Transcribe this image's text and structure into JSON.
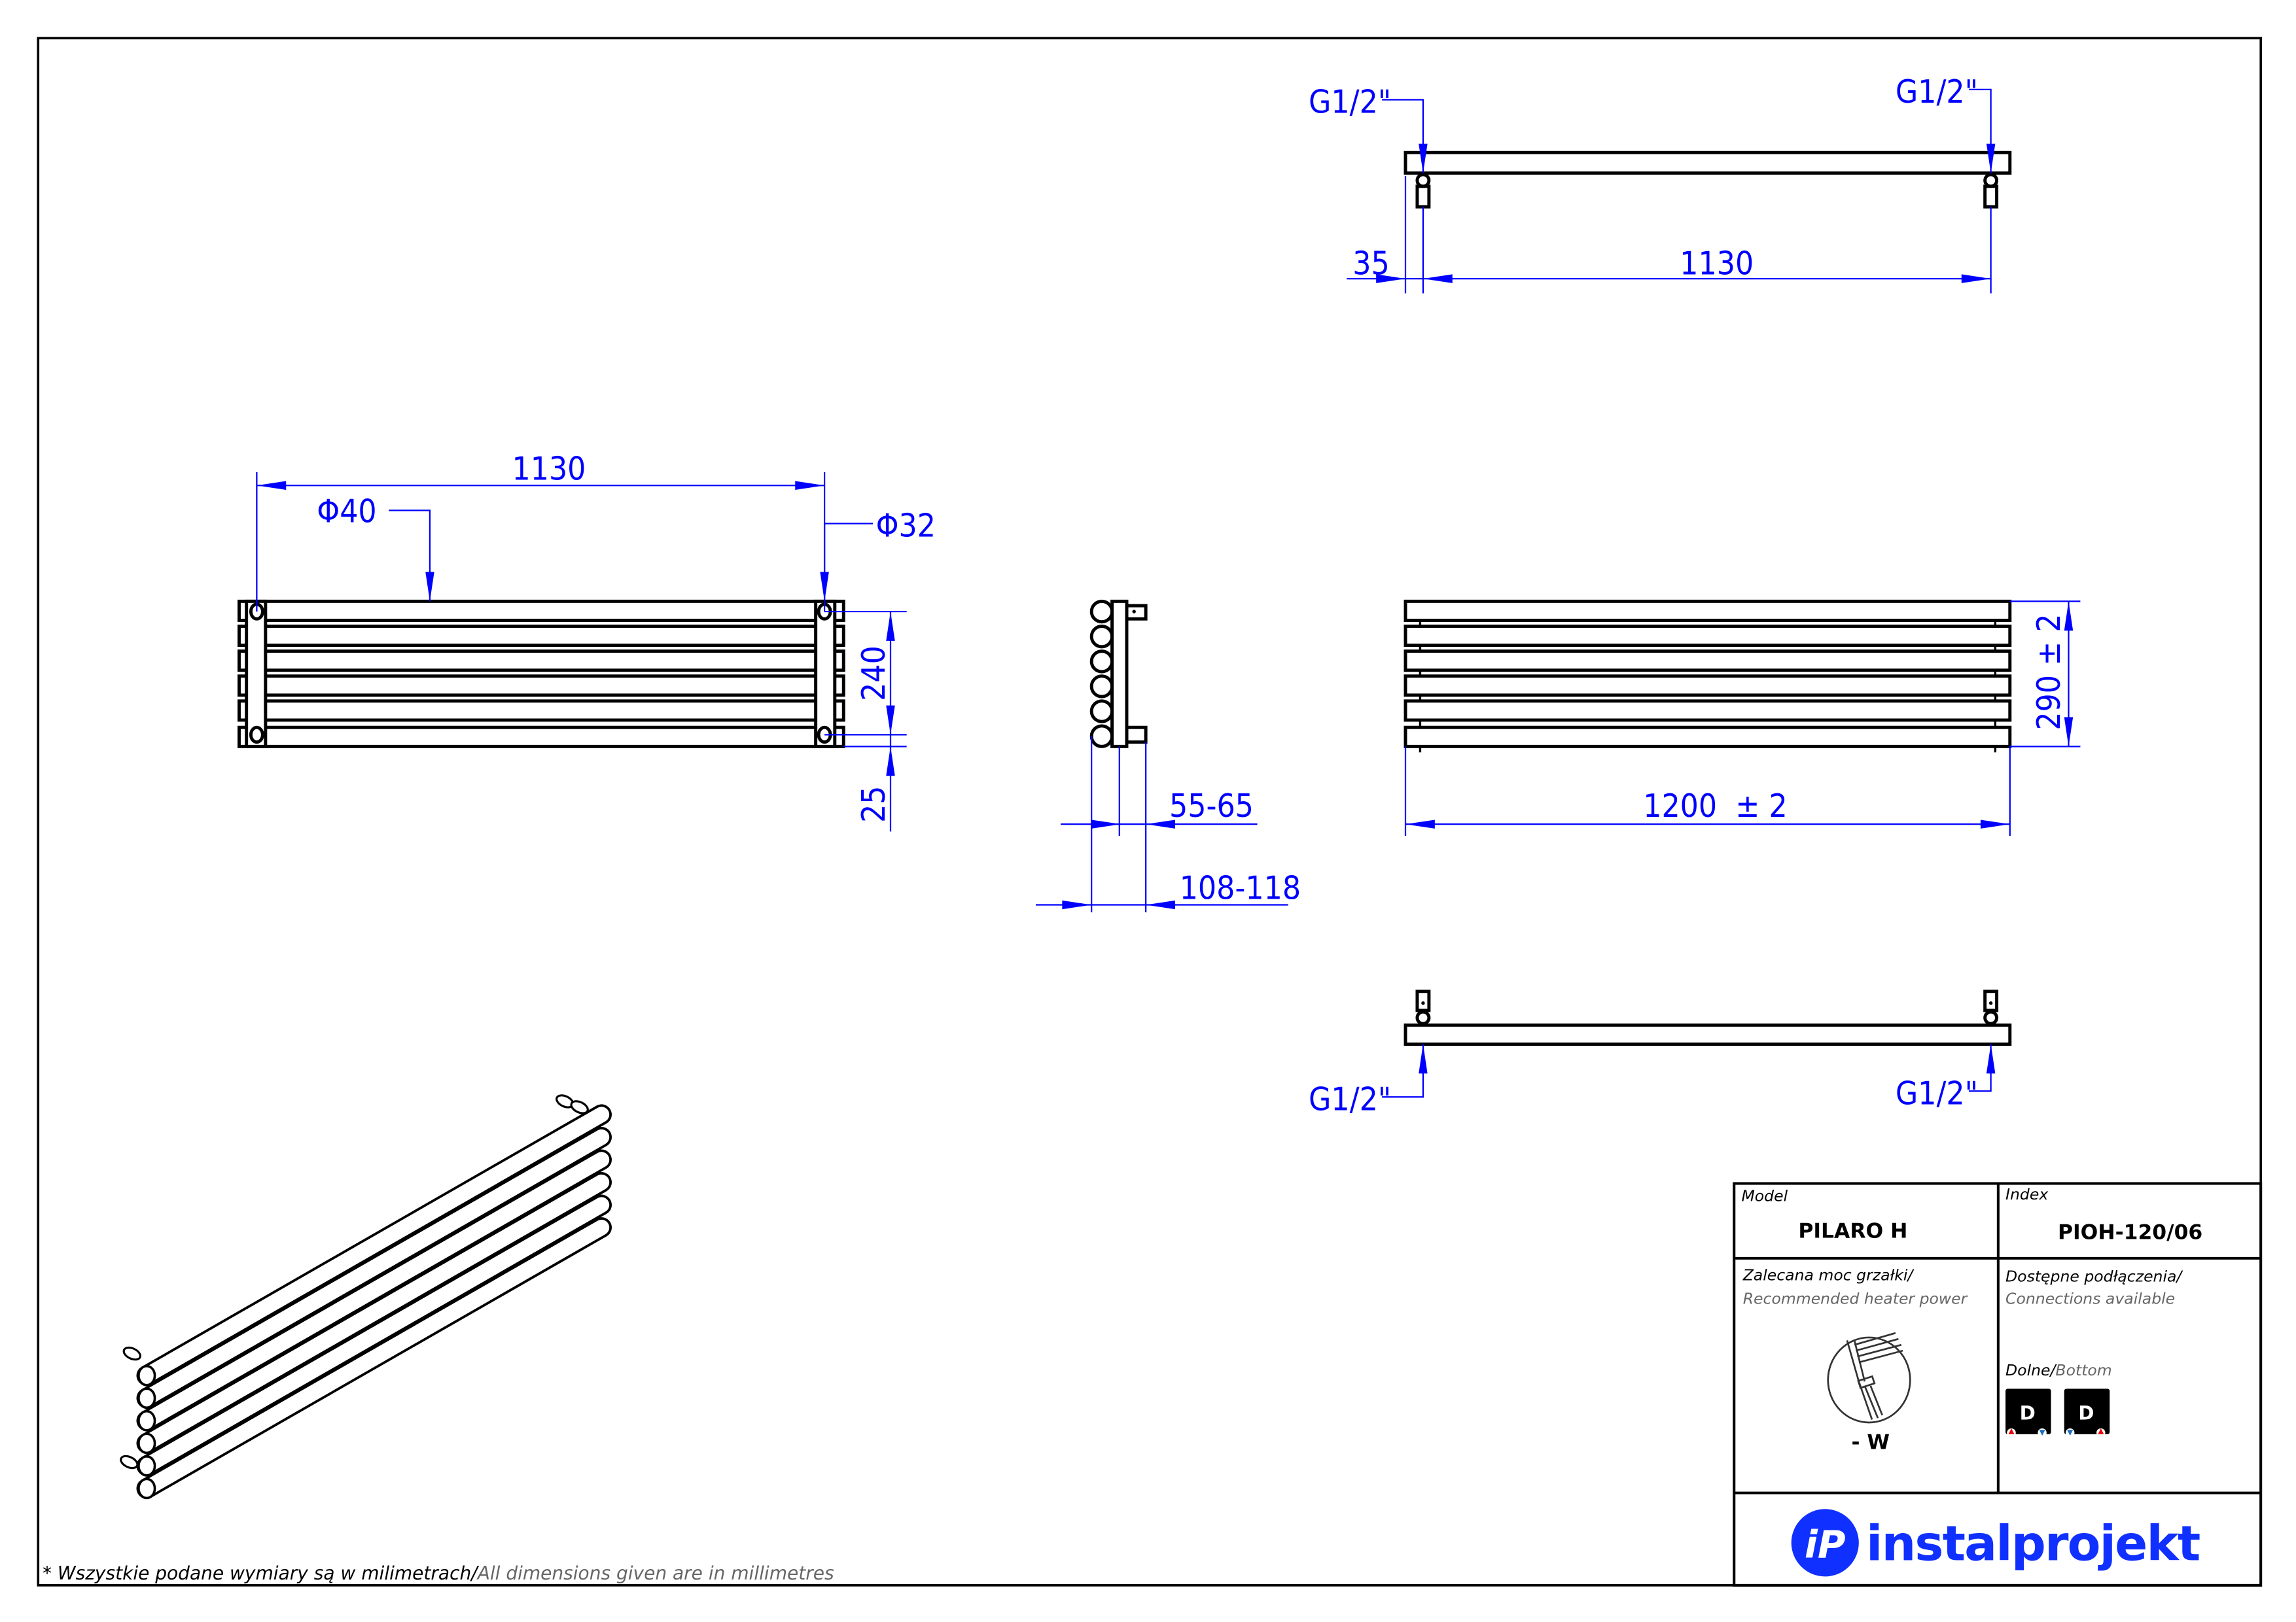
{
  "drawing": {
    "top_view": {
      "conn_left": "G1/2\"",
      "conn_right": "G1/2\"",
      "offset": "35",
      "spacing": "1130"
    },
    "front_view": {
      "spacing": "1130",
      "tube_dia": "Φ40",
      "collector_dia": "Φ32",
      "height_spacing": "240",
      "bottom_offset": "25"
    },
    "side_view": {
      "depth_small": "55-65",
      "depth_large": "108-118"
    },
    "front_view_right": {
      "height": "290  ± 2",
      "width": "1200  ± 2"
    },
    "bottom_view": {
      "conn_left": "G1/2\"",
      "conn_right": "G1/2\""
    }
  },
  "title_block": {
    "model_label": "Model",
    "model_value": "PILARO H",
    "index_label": "Index",
    "index_value": "PIOH-120/06",
    "heater_label_pl": "Zalecana moc grzałki/",
    "heater_label_en": "Recommended heater power",
    "heater_value": "- W",
    "connections_label_pl": "Dostępne podłączenia/",
    "connections_label_en": "Connections available",
    "bottom_label_pl": "Dolne/",
    "bottom_label_en": "Bottom",
    "connection_badges": [
      "D",
      "D"
    ],
    "logo_text": "instalprojekt",
    "logo_color": "#1030ff"
  },
  "footnote": {
    "pl": "* Wszystkie podane wymiary są w milimetrach/",
    "en": "All dimensions given are in millimetres"
  }
}
